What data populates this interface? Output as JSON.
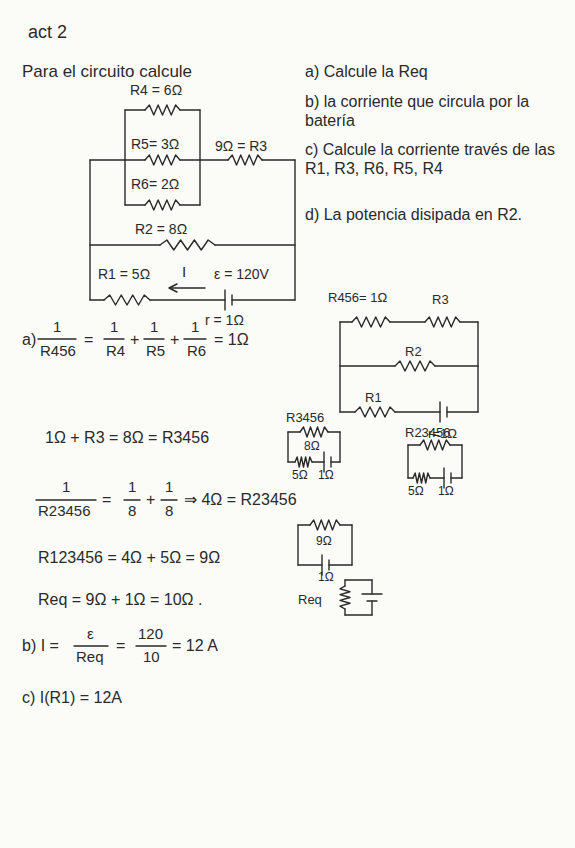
{
  "diagram": {
    "title": "act 2",
    "labels": [
      "R4 = 6Ω",
      "R5= 3Ω",
      "R6= 2Ω",
      "9Ω = R3",
      "R2 = 8Ω",
      "R1 = 5Ω",
      "I",
      "ε = 120V",
      "r = 1Ω",
      "Para el circuito calcule",
      "a) Calcule la Req",
      "b) la corriente que circula por la batería",
      "c) Calcule la corriente través de las R1, R3, R6, R5, R4",
      "d) La potencia disipada en R2.",
      "a)",
      "1",
      "R456",
      "=",
      "1",
      "R4",
      "+",
      "1",
      "R5",
      "+",
      "1",
      "R6",
      "= 1Ω",
      "1Ω + R3 = 8Ω = R3456",
      "1",
      "R23456",
      "=",
      "1",
      "8",
      "+",
      "1",
      "8",
      "⇒ 4Ω = R23456",
      "R123456 = 4Ω + 5Ω = 9Ω",
      "Req = 9Ω + 1Ω = 10Ω .",
      "b) I =",
      "ε",
      "Req",
      "=",
      "120",
      "10",
      "= 12 A",
      "c) I(R1) = 12A",
      "R456= 1Ω",
      "R3",
      "R2",
      "R1",
      "r=1Ω",
      "R3456",
      "8Ω",
      "5Ω",
      "1Ω",
      "R23456",
      "5Ω",
      "1Ω",
      "9Ω",
      "1Ω",
      "Req"
    ]
  }
}
